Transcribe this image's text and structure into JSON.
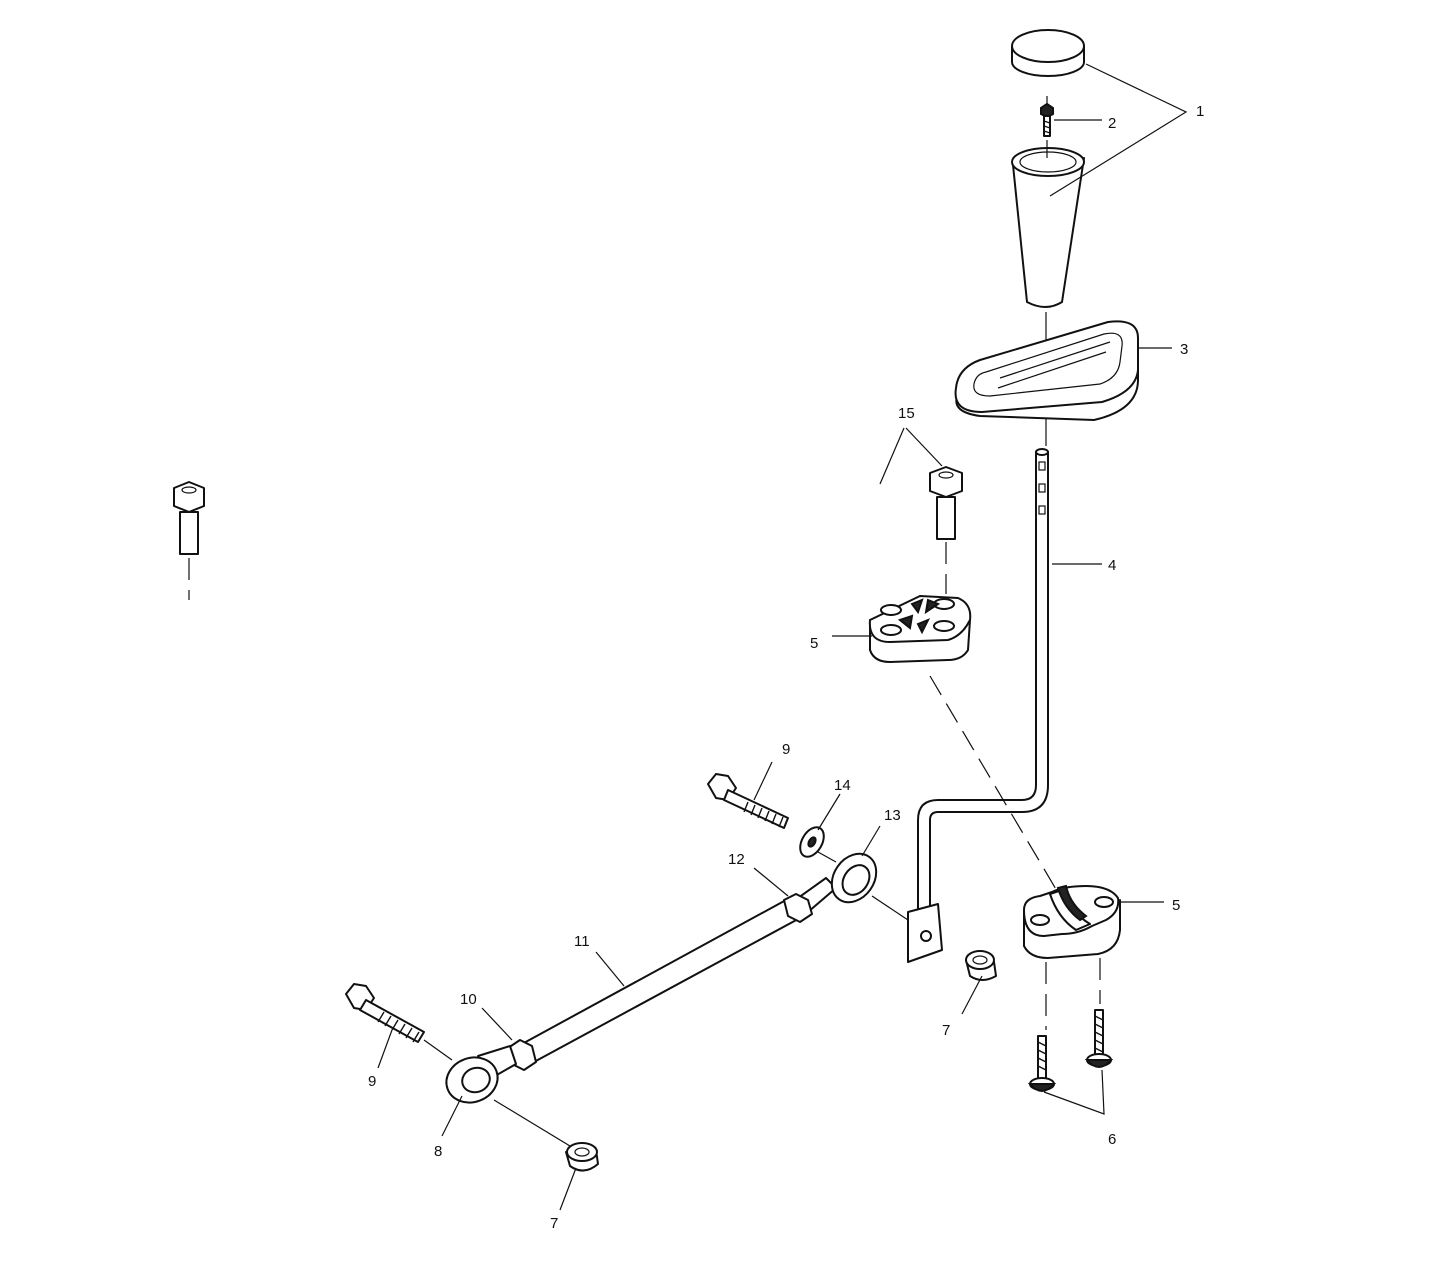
{
  "callouts": [
    {
      "id": "c1",
      "text": "1"
    },
    {
      "id": "c2",
      "text": "2"
    },
    {
      "id": "c3",
      "text": "3"
    },
    {
      "id": "c4",
      "text": "4"
    },
    {
      "id": "c5a",
      "text": "5"
    },
    {
      "id": "c5b",
      "text": "5"
    },
    {
      "id": "c6",
      "text": "6"
    },
    {
      "id": "c7a",
      "text": "7"
    },
    {
      "id": "c7b",
      "text": "7"
    },
    {
      "id": "c8",
      "text": "8"
    },
    {
      "id": "c9a",
      "text": "9"
    },
    {
      "id": "c9b",
      "text": "9"
    },
    {
      "id": "c10",
      "text": "10"
    },
    {
      "id": "c11",
      "text": "11"
    },
    {
      "id": "c12",
      "text": "12"
    },
    {
      "id": "c13",
      "text": "13"
    },
    {
      "id": "c14",
      "text": "14"
    },
    {
      "id": "c15",
      "text": "15"
    }
  ]
}
